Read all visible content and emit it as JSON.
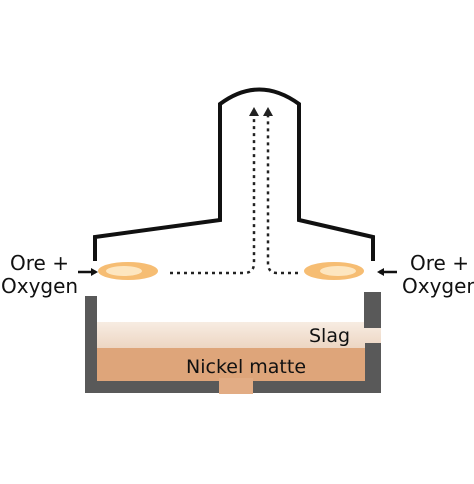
{
  "labels": {
    "left_input_line1": "Ore +",
    "left_input_line2": "Oxygen",
    "right_input_line1": "Ore +",
    "right_input_line2": "Oxygen",
    "slag": "Slag",
    "matte": "Nickel matte"
  },
  "colors": {
    "outline": "#111111",
    "furnace_wall": "#595959",
    "slag": "#efd8c6",
    "matte": "#dea57a",
    "flame_outer": "#f5b15a",
    "flame_inner": "#fde6c0",
    "gas_flow": "#222222",
    "background": "#ffffff"
  }
}
